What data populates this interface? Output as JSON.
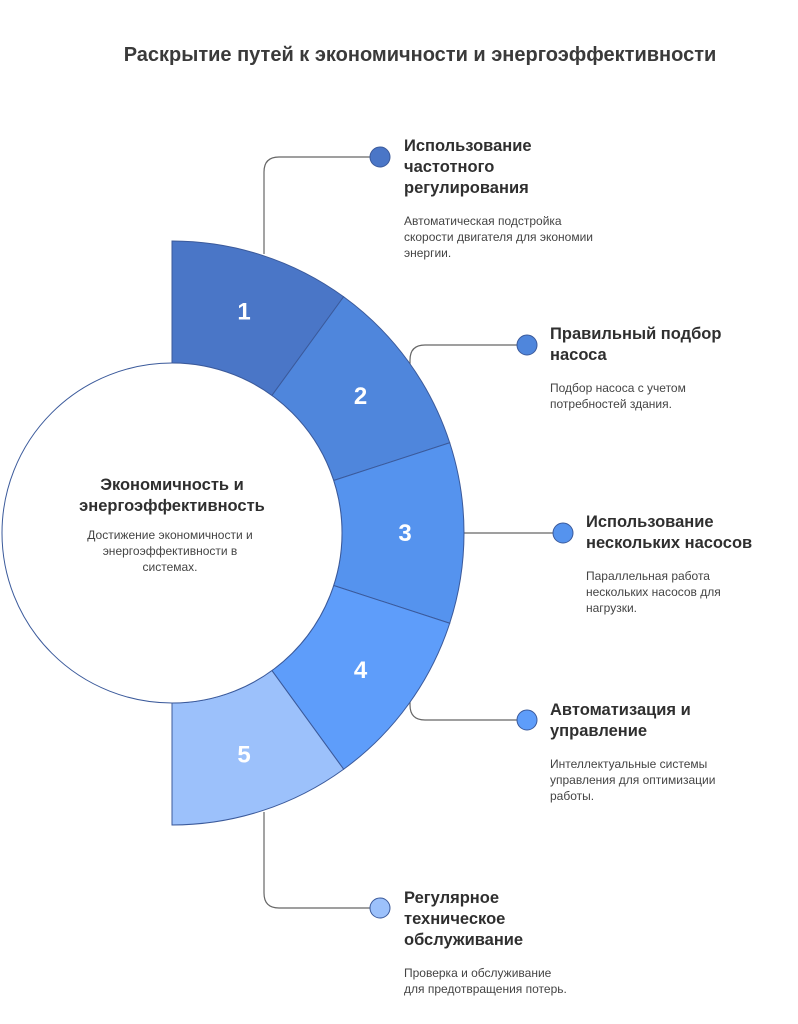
{
  "title": "Раскрытие путей к экономичности и энергоэффективности",
  "center": {
    "title": "Экономичность и энергоэффективность",
    "description": "Достижение экономичности и энергоэффективности в системах."
  },
  "steps": [
    {
      "number": "1",
      "color": "#4a76c7",
      "title": "Использование частотного регулирования",
      "description": "Автоматическая подстройка скорости двигателя для экономии энергии."
    },
    {
      "number": "2",
      "color": "#4f86dc",
      "title": "Правильный подбор насоса",
      "description": "Подбор насоса с учетом потребностей здания."
    },
    {
      "number": "3",
      "color": "#5593ee",
      "title": "Использование нескольких насосов",
      "description": "Параллельная работа нескольких насосов для нагрузки."
    },
    {
      "number": "4",
      "color": "#5e9dfa",
      "title": "Автоматизация и управление",
      "description": "Интеллектуальные системы управления для оптимизации работы."
    },
    {
      "number": "5",
      "color": "#9cc1fb",
      "title": "Регулярное техническое обслуживание",
      "description": "Проверка и обслуживание для предотвращения потерь."
    }
  ]
}
